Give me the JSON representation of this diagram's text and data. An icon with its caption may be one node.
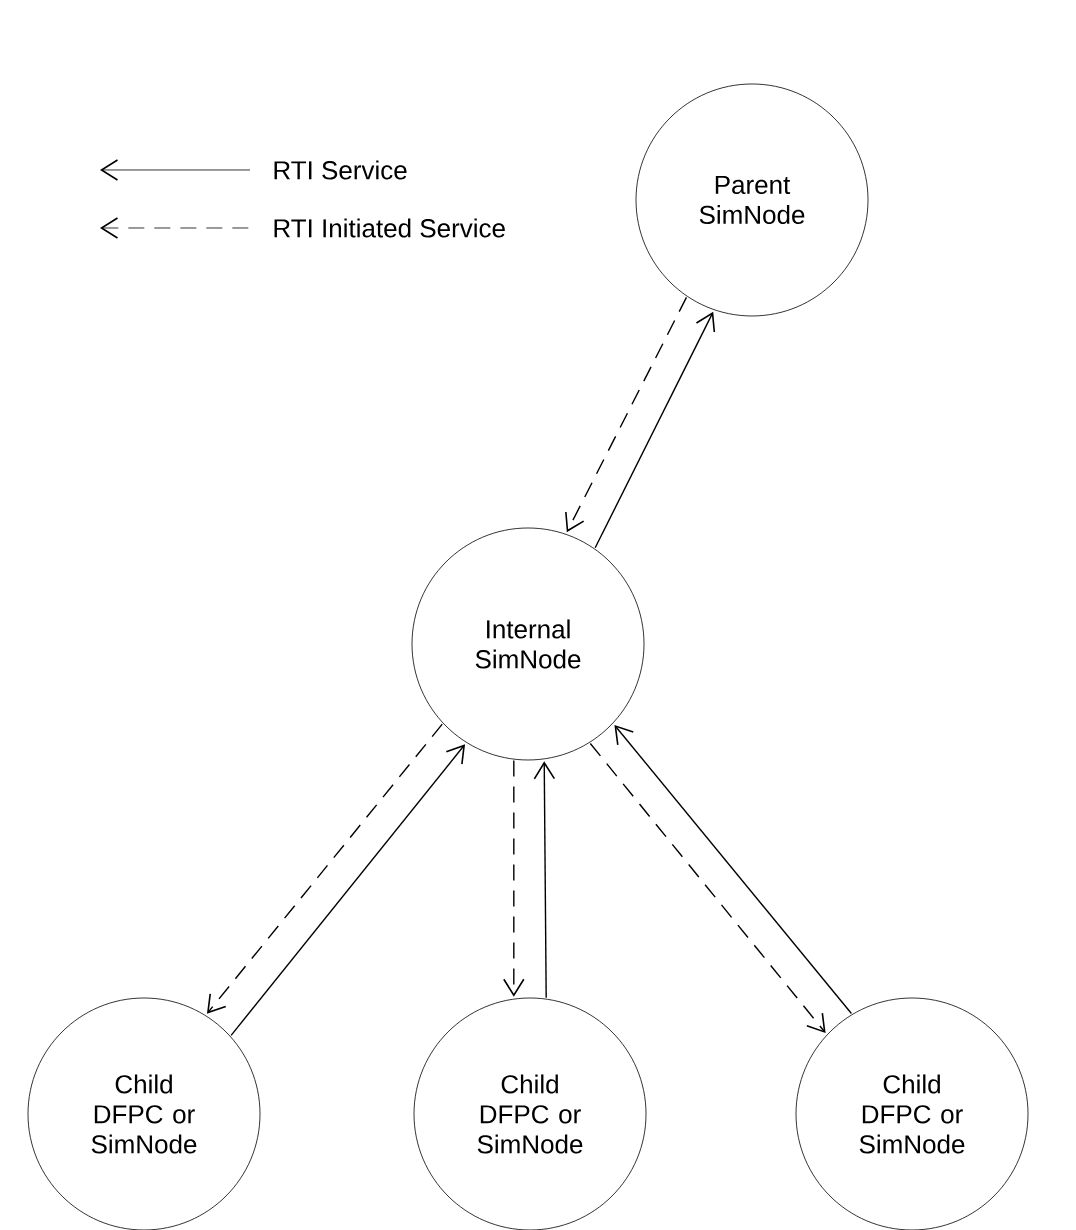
{
  "diagram": {
    "nodes": [
      {
        "text": [
          "Parent SimNode"
        ]
      },
      {
        "text": [
          "Internal SimNode"
        ]
      },
      {
        "text": [
          "Child DFPC or SimNode"
        ]
      },
      {
        "text": [
          "Child DFPC or SimNode"
        ]
      },
      {
        "text": [
          "Child DFPC or SimNode"
        ]
      }
    ],
    "edges": [
      {
        "from": 1,
        "to": 0,
        "arrow": "to"
      },
      {
        "from": 0,
        "to": 1,
        "arrow": "to",
        "style": "dashed"
      },
      {
        "from": 2,
        "to": 1,
        "arrow": "to"
      },
      {
        "from": 1,
        "to": 2,
        "arrow": "to",
        "style": "dashed"
      },
      {
        "from": 3,
        "to": 1,
        "arrow": "to"
      },
      {
        "from": 1,
        "to": 3,
        "arrow": "to",
        "style": "dashed"
      },
      {
        "from": 4,
        "to": 1,
        "arrow": "to"
      },
      {
        "from": 1,
        "to": 4,
        "arrow": "to",
        "style": "dashed"
      }
    ],
    "legend": [
      {
        "text": "RTI Service"
      },
      {
        "text": "RTI Initiated Service"
      }
    ]
  }
}
